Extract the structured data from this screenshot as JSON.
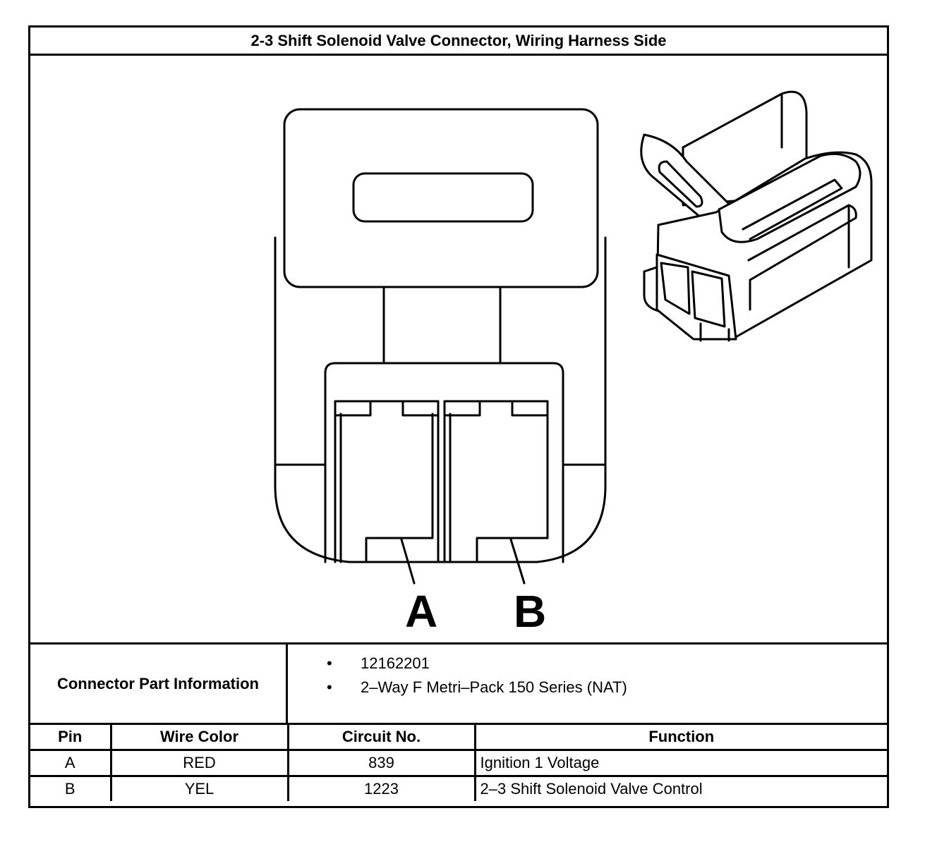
{
  "title": "2-3 Shift Solenoid Valve Connector, Wiring Harness Side",
  "diagram": {
    "pin_labels": [
      "A",
      "B"
    ]
  },
  "connector_info": {
    "label": "Connector Part Information",
    "items": [
      "12162201",
      "2–Way F Metri–Pack 150 Series (NAT)"
    ],
    "bullet": "•"
  },
  "table": {
    "headers": [
      "Pin",
      "Wire Color",
      "Circuit No.",
      "Function"
    ],
    "rows": [
      [
        "A",
        "RED",
        "839",
        "Ignition 1 Voltage"
      ],
      [
        "B",
        "YEL",
        "1223",
        "2–3 Shift Solenoid Valve Control"
      ]
    ]
  }
}
